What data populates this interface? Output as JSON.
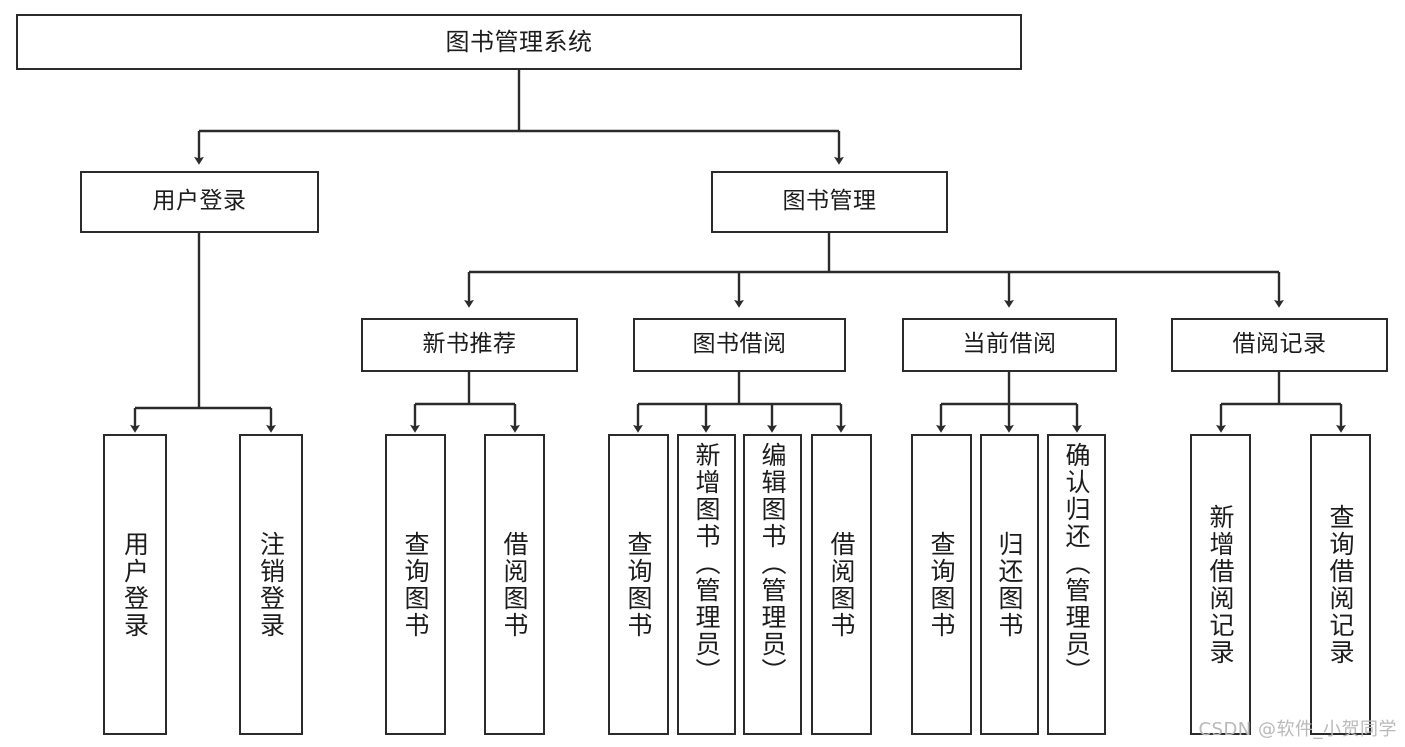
{
  "diagram": {
    "title": "图书管理系统",
    "type": "hierarchy-tree",
    "stroke_color": "#2b2b2b",
    "fill_color": "#ffffff",
    "text_color": "#1c1c1c",
    "watermark": "CSDN @软件_小贺同学"
  },
  "nodes": {
    "root": {
      "label": "图书管理系统",
      "level": 0
    },
    "l1": [
      {
        "id": "user-login",
        "label": "用户登录"
      },
      {
        "id": "book-manage",
        "label": "图书管理"
      }
    ],
    "l2": [
      {
        "id": "new-book-recommend",
        "label": "新书推荐"
      },
      {
        "id": "book-borrow",
        "label": "图书借阅"
      },
      {
        "id": "current-borrow",
        "label": "当前借阅"
      },
      {
        "id": "borrow-record",
        "label": "借阅记录"
      }
    ],
    "leaves": {
      "user_login": [
        {
          "id": "leaf-user-login",
          "label": "用户登录"
        },
        {
          "id": "leaf-logout",
          "label": "注销登录"
        }
      ],
      "new_book_recommend": [
        {
          "id": "leaf-query-book-1",
          "label": "查询图书"
        },
        {
          "id": "leaf-borrow-book-1",
          "label": "借阅图书"
        }
      ],
      "book_borrow": [
        {
          "id": "leaf-query-book-2",
          "label": "查询图书"
        },
        {
          "id": "leaf-add-book",
          "label": "新增图书（管理员）"
        },
        {
          "id": "leaf-edit-book",
          "label": "编辑图书（管理员）"
        },
        {
          "id": "leaf-borrow-book-2",
          "label": "借阅图书"
        }
      ],
      "current_borrow": [
        {
          "id": "leaf-query-book-3",
          "label": "查询图书"
        },
        {
          "id": "leaf-return-book",
          "label": "归还图书"
        },
        {
          "id": "leaf-confirm-return",
          "label": "确认归还（管理员）"
        }
      ],
      "borrow_record": [
        {
          "id": "leaf-add-record",
          "label": "新增借阅记录"
        },
        {
          "id": "leaf-query-record",
          "label": "查询借阅记录"
        }
      ]
    }
  }
}
